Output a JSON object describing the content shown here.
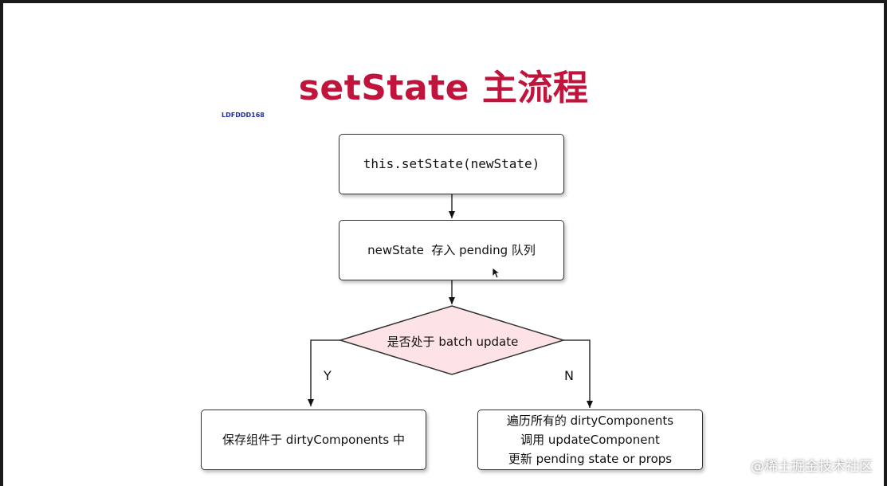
{
  "title": "setState 主流程",
  "code_tag": "LDFDDD168",
  "nodes": {
    "start": "this.setState(newState)",
    "queue": "newState  存入 pending 队列",
    "decision": "是否处于 batch update",
    "yes_box": "保存组件于 dirtyComponents 中",
    "no_box": {
      "line1": "遍历所有的 dirtyComponents",
      "line2": "调用 updateComponent",
      "line3": "更新 pending state or props"
    }
  },
  "edges": {
    "yes_label": "Y",
    "no_label": "N"
  },
  "watermark": "@稀土掘金技术社区",
  "colors": {
    "title": "#c0143c",
    "diamond_fill": "#fde3e6",
    "code_tag": "#1f2f9e"
  }
}
